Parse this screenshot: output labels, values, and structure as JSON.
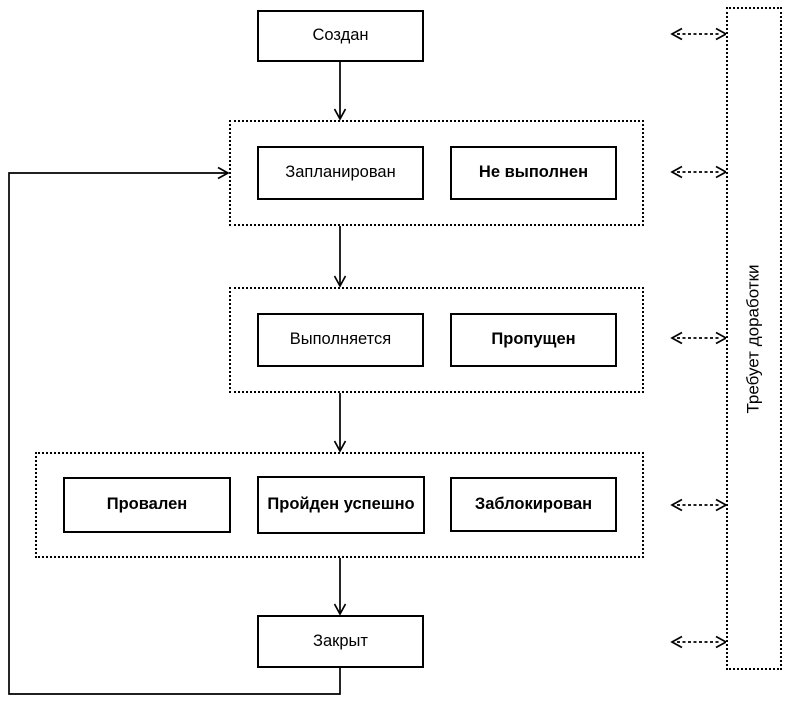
{
  "diagram": {
    "nodes": [
      {
        "id": "created",
        "label": "Создан",
        "emphasis": false
      },
      {
        "id": "planned",
        "label": "Запланирован",
        "emphasis": false
      },
      {
        "id": "not-executed",
        "label": "Не выполнен",
        "emphasis": true
      },
      {
        "id": "in-progress",
        "label": "Выполняется",
        "emphasis": false
      },
      {
        "id": "skipped",
        "label": "Пропущен",
        "emphasis": true
      },
      {
        "id": "failed",
        "label": "Провален",
        "emphasis": true
      },
      {
        "id": "passed",
        "label": "Пройден успешно",
        "emphasis": true
      },
      {
        "id": "blocked",
        "label": "Заблокирован",
        "emphasis": true
      },
      {
        "id": "closed",
        "label": "Закрыт",
        "emphasis": false
      }
    ],
    "side_label": "Требует доработки",
    "colors": {
      "line": "#000000",
      "background": "#ffffff",
      "node_fill": "#ffffff"
    }
  }
}
